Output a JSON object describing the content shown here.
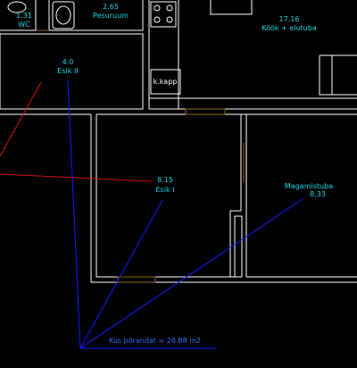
{
  "rooms": [
    {
      "id": "wc",
      "area": "1.31",
      "name": "WC"
    },
    {
      "id": "pesuruum",
      "area": "2.65",
      "name": "Pesuruum"
    },
    {
      "id": "kook",
      "area": "17.16",
      "name": "Köök + elutuba"
    },
    {
      "id": "esik2",
      "area": "4.0",
      "name": "Esik II"
    },
    {
      "id": "esik1",
      "area": "8.15",
      "name": "Esik I"
    },
    {
      "id": "magamistuba",
      "area": "8.33",
      "name": "Magamistuba"
    }
  ],
  "fixtures": {
    "kkapp": "k.kapp"
  },
  "total_note": "Kus põrandat = 28.88 m2",
  "colors": {
    "background": "#000000",
    "walls": "#ffffff",
    "labels": "#17d7e6",
    "leader_lines": "#1a1aff",
    "red_line": "#d41010",
    "door": "#8a6a2a",
    "total_text": "#3b6bff"
  }
}
